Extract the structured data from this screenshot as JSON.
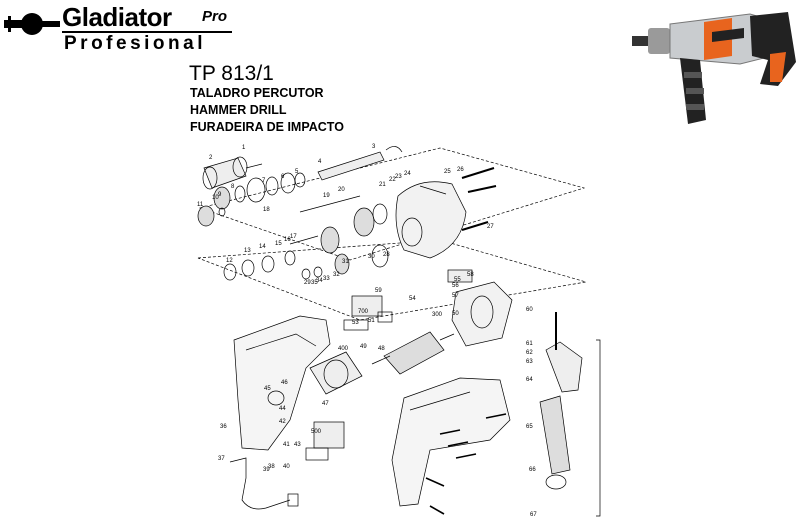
{
  "brand": {
    "name": "Gladiator",
    "suffix": "Pro",
    "line2": "Profesional"
  },
  "model": "TP 813/1",
  "titles": [
    "TALADRO PERCUTOR",
    "HAMMER DRILL",
    "FURADEIRA DE IMPACTO"
  ],
  "part_labels": [
    {
      "id": "p1",
      "text": "1"
    },
    {
      "id": "p2",
      "text": "2"
    },
    {
      "id": "p3",
      "text": "3"
    },
    {
      "id": "p4",
      "text": "4"
    },
    {
      "id": "p5",
      "text": "5"
    },
    {
      "id": "p6",
      "text": "6"
    },
    {
      "id": "p7",
      "text": "7"
    },
    {
      "id": "p8",
      "text": "8"
    },
    {
      "id": "p9",
      "text": "9"
    },
    {
      "id": "p10",
      "text": "10"
    },
    {
      "id": "p11",
      "text": "11"
    },
    {
      "id": "p12",
      "text": "12"
    },
    {
      "id": "p13",
      "text": "13"
    },
    {
      "id": "p14",
      "text": "14"
    },
    {
      "id": "p15",
      "text": "15"
    },
    {
      "id": "p16",
      "text": "16"
    },
    {
      "id": "p17",
      "text": "17"
    },
    {
      "id": "p18",
      "text": "18"
    },
    {
      "id": "p19",
      "text": "19"
    },
    {
      "id": "p20",
      "text": "20"
    },
    {
      "id": "p21",
      "text": "21"
    },
    {
      "id": "p22",
      "text": "22"
    },
    {
      "id": "p23",
      "text": "23"
    },
    {
      "id": "p24",
      "text": "24"
    },
    {
      "id": "p25",
      "text": "25"
    },
    {
      "id": "p26",
      "text": "26"
    },
    {
      "id": "p27",
      "text": "27"
    },
    {
      "id": "p28",
      "text": "28"
    },
    {
      "id": "p29",
      "text": "29"
    },
    {
      "id": "p30",
      "text": "30"
    },
    {
      "id": "p31",
      "text": "31"
    },
    {
      "id": "p32",
      "text": "32"
    },
    {
      "id": "p33",
      "text": "33"
    },
    {
      "id": "p34",
      "text": "34"
    },
    {
      "id": "p35",
      "text": "35"
    },
    {
      "id": "p36",
      "text": "36"
    },
    {
      "id": "p37",
      "text": "37"
    },
    {
      "id": "p38",
      "text": "38"
    },
    {
      "id": "p39",
      "text": "39"
    },
    {
      "id": "p40",
      "text": "40"
    },
    {
      "id": "p41",
      "text": "41"
    },
    {
      "id": "p42",
      "text": "42"
    },
    {
      "id": "p43",
      "text": "43"
    },
    {
      "id": "p44",
      "text": "44"
    },
    {
      "id": "p45",
      "text": "45"
    },
    {
      "id": "p46",
      "text": "46"
    },
    {
      "id": "p47",
      "text": "47"
    },
    {
      "id": "p48",
      "text": "48"
    },
    {
      "id": "p49",
      "text": "49"
    },
    {
      "id": "p50",
      "text": "50"
    },
    {
      "id": "p51",
      "text": "51"
    },
    {
      "id": "p53",
      "text": "53"
    },
    {
      "id": "p54",
      "text": "54"
    },
    {
      "id": "p55",
      "text": "55"
    },
    {
      "id": "p56",
      "text": "56"
    },
    {
      "id": "p57",
      "text": "57"
    },
    {
      "id": "p58",
      "text": "58"
    },
    {
      "id": "p59",
      "text": "59"
    },
    {
      "id": "p60",
      "text": "60"
    },
    {
      "id": "p61",
      "text": "61"
    },
    {
      "id": "p62",
      "text": "62"
    },
    {
      "id": "p63",
      "text": "63"
    },
    {
      "id": "p64",
      "text": "64"
    },
    {
      "id": "p65",
      "text": "65"
    },
    {
      "id": "p66",
      "text": "66"
    },
    {
      "id": "p67",
      "text": "67"
    },
    {
      "id": "p300",
      "text": "300"
    },
    {
      "id": "p400",
      "text": "400"
    },
    {
      "id": "p500",
      "text": "500"
    },
    {
      "id": "p700",
      "text": "700"
    }
  ],
  "colors": {
    "tool_body": "#c9cccf",
    "tool_accent": "#e8641e",
    "tool_dark": "#222222"
  }
}
